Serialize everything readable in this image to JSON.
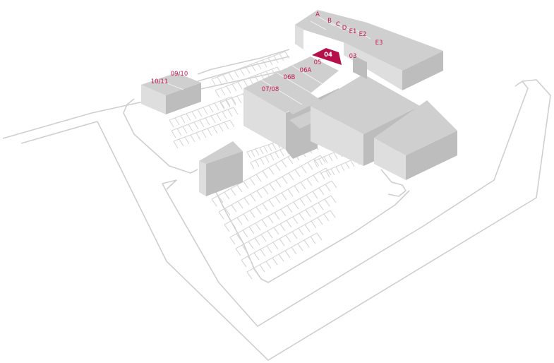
{
  "map": {
    "highlight_color": "#b5104a",
    "label_color": "#c4164e",
    "building_roof_color": "#cfcfcf",
    "building_wall_color": "#bdbdbd",
    "road_color": "#cfcfcf",
    "selected_unit": "04"
  },
  "units": {
    "a": "A",
    "b": "B",
    "c": "C",
    "d": "D",
    "e1": "E1",
    "e2": "E2",
    "e3": "E3",
    "u03": "03",
    "u04": "04",
    "u05": "05",
    "u06a": "06A",
    "u06b": "06B",
    "u0708": "07/08",
    "u0910": "09/10",
    "u1011": "10/11"
  }
}
